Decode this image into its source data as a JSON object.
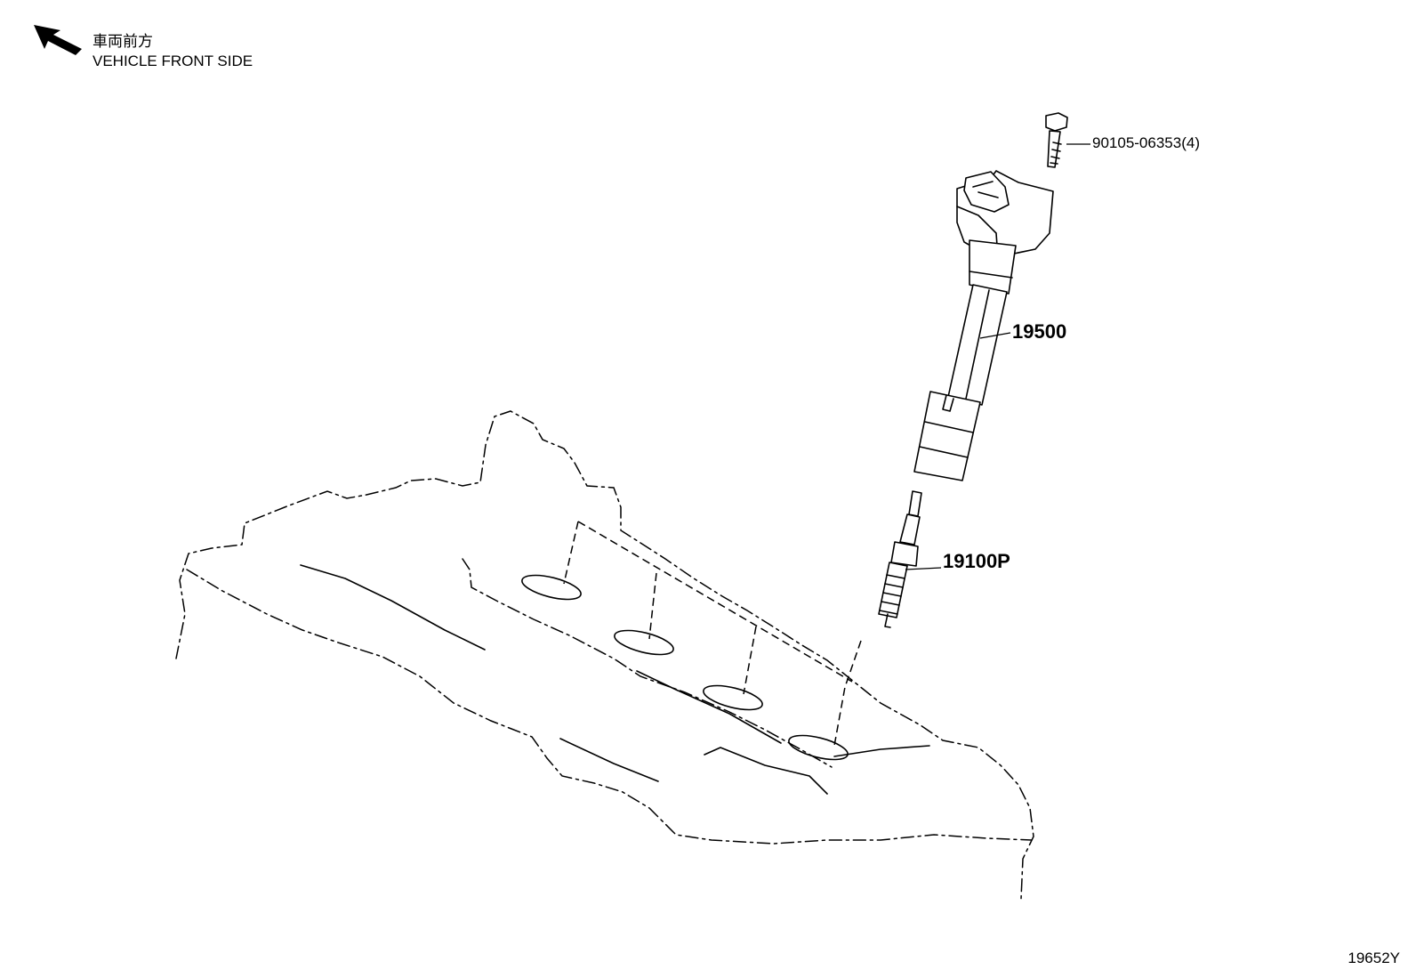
{
  "direction": {
    "label_jp": "車両前方",
    "label_en": "VEHICLE FRONT SIDE"
  },
  "callouts": {
    "bolt": "90105-06353(4)",
    "ignition_coil": "19500",
    "spark_plug": "19100P"
  },
  "diagram_code": "19652Y",
  "icons": {
    "direction_arrow": "arrow-up-left-icon"
  }
}
